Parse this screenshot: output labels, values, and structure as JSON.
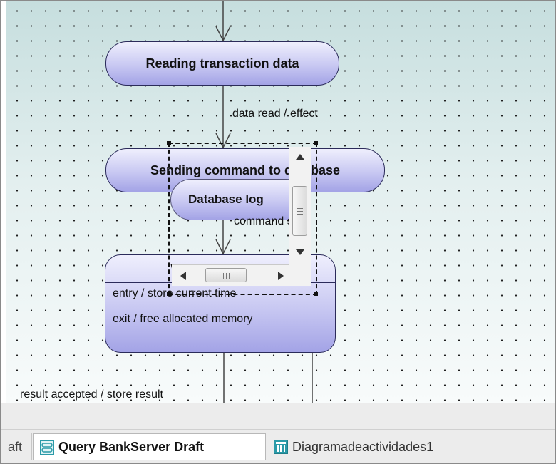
{
  "diagram": {
    "states": {
      "reading": "Reading transaction data",
      "sending": "Sending command to database",
      "database_log": "Database log",
      "waiting": {
        "title": "Waiting for result",
        "entry": "entry / store current time",
        "exit": "exit / free allocated memory"
      }
    },
    "transitions": {
      "data_read": "data read / effect",
      "command_sent": "command sent",
      "result_accepted": "result accepted / store result",
      "right_partial": "..."
    }
  },
  "scrollbars": {
    "vertical_grip": "≡",
    "horizontal_grip": "III",
    "vertical_position": 0.3,
    "horizontal_position": 0.4
  },
  "tabs": {
    "partial_label": "aft",
    "active_label": "Query BankServer Draft",
    "inactive_label": "Diagramadeactividades1"
  },
  "colors": {
    "state_fill_top": "#efeffd",
    "state_fill_bottom": "#a3a3e6",
    "canvas_background": "#dcecec",
    "tab_icon_teal": "#2a9aa8"
  },
  "icons": {
    "active_tab": "state-machine-diagram-icon",
    "inactive_tab": "activity-diagram-icon"
  }
}
